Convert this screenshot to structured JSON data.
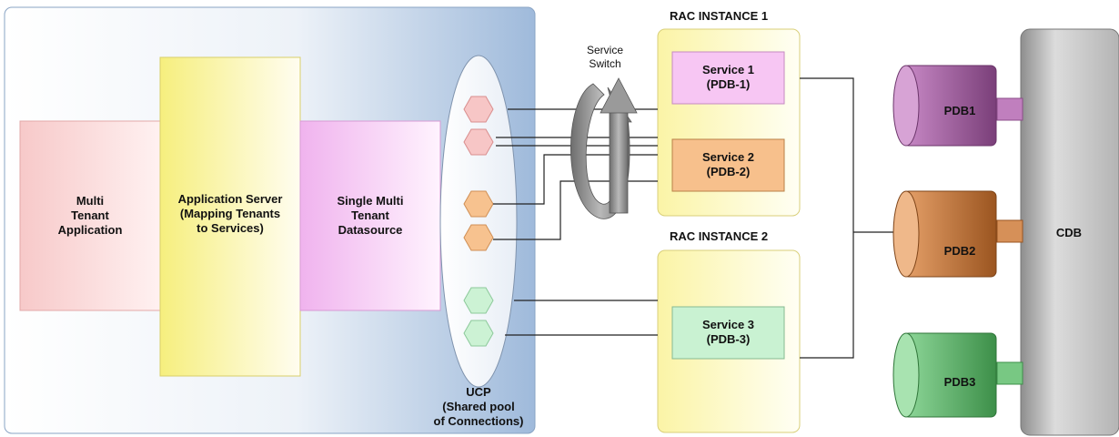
{
  "labels": {
    "multi_tenant_app": "Multi\nTenant\nApplication",
    "app_server": "Application Server\n(Mapping Tenants\nto Services)",
    "datasource": "Single Multi\nTenant\nDatasource",
    "ucp": "UCP\n(Shared pool\nof Connections)",
    "service_switch": "Service\nSwitch",
    "rac1_title": "RAC INSTANCE 1",
    "rac2_title": "RAC INSTANCE 2",
    "service1": "Service 1\n(PDB-1)",
    "service2": "Service 2\n(PDB-2)",
    "service3": "Service 3\n(PDB-3)",
    "pdb1": "PDB1",
    "pdb2": "PDB2",
    "pdb3": "PDB3",
    "cdb": "CDB"
  },
  "colors": {
    "app_pink": "#f7c9c9",
    "server_yellow": "#f7f08a",
    "datasource_magenta": "#f2b8f0",
    "panel_blue": "#b9cfe6",
    "service_pink": "#f7c6f3",
    "service_orange": "#f7c08c",
    "service_green": "#c9f2d2",
    "pdb_purple": "#a85aa6",
    "pdb_orange": "#c97a3c",
    "pdb_green": "#5fb86a",
    "cdb_gray": "#c4c4c4",
    "switch_gray": "#8f8f8f"
  },
  "ucp_connections": [
    "pink",
    "pink",
    "orange",
    "orange",
    "green",
    "green"
  ]
}
